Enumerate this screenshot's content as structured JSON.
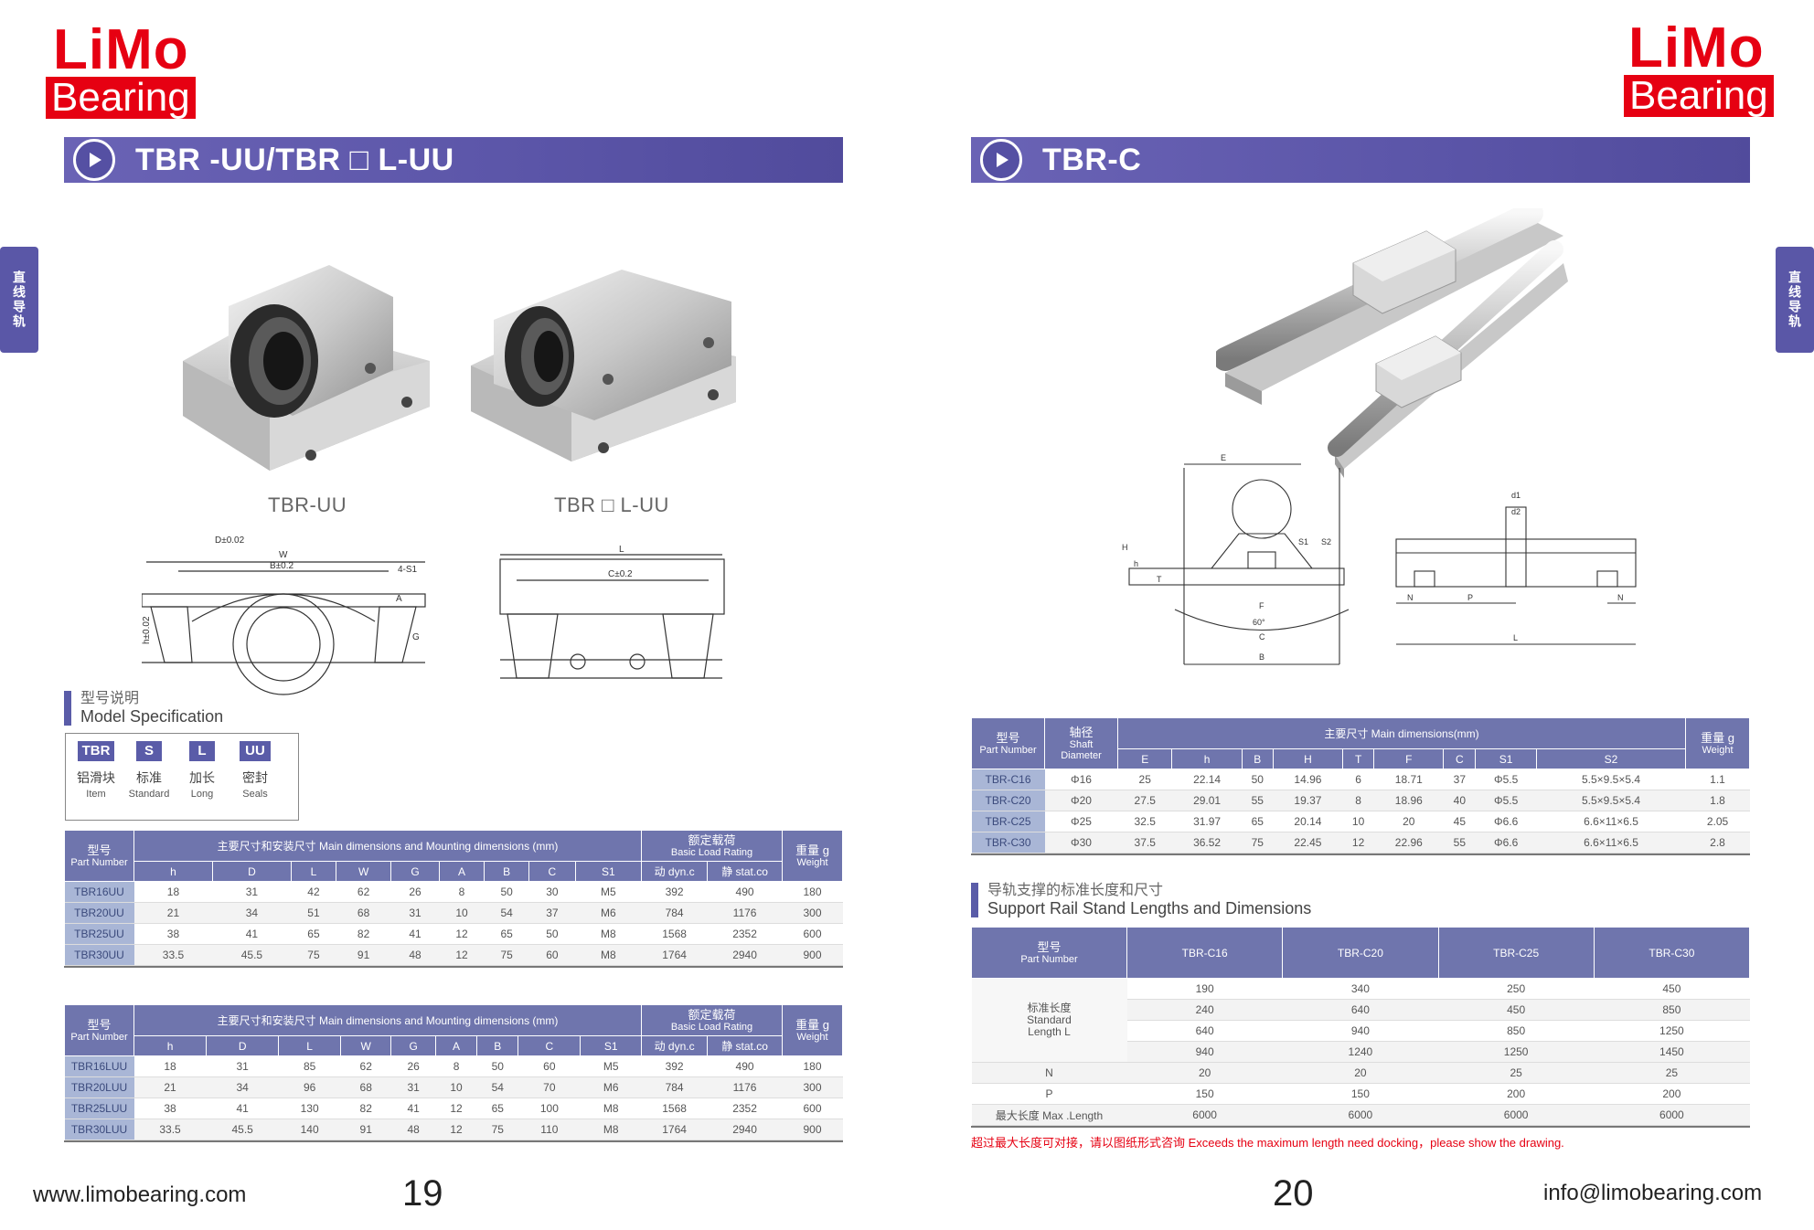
{
  "brand": {
    "limo": "LiMo",
    "bearing": "Bearing"
  },
  "side_tab": "直线导轨",
  "left": {
    "title": "TBR -UU/TBR □ L-UU",
    "captions": [
      "TBR-UU",
      "TBR □ L-UU"
    ],
    "drawing_labels": {
      "a": "D±0.02",
      "b": "W",
      "c": "B±0.2",
      "d": "4-S1",
      "e": "h±0.02",
      "f": "A",
      "g": "G",
      "h": "L",
      "i": "C±0.2"
    },
    "model_spec": {
      "cn": "型号说明",
      "en": "Model Specification",
      "items": [
        {
          "code": "TBR",
          "cn": "铝滑块",
          "en": "Item"
        },
        {
          "code": "S",
          "cn": "标准",
          "en": "Standard"
        },
        {
          "code": "L",
          "cn": "加长",
          "en": "Long"
        },
        {
          "code": "UU",
          "cn": "密封",
          "en": "Seals"
        }
      ]
    },
    "table_header": {
      "pn_cn": "型号",
      "pn_en": "Part Number",
      "main": "主要尺寸和安装尺寸  Main dimensions and Mounting dimensions (mm)",
      "load_cn": "额定载荷",
      "load_en": "Basic Load Rating",
      "weight_cn": "重量 g",
      "weight_en": "Weight",
      "cols": [
        "h",
        "D",
        "L",
        "W",
        "G",
        "A",
        "B",
        "C",
        "S1"
      ],
      "dyn": "动 dyn.c",
      "stat": "静 stat.co"
    },
    "table1": [
      [
        "TBR16UU",
        "18",
        "31",
        "42",
        "62",
        "26",
        "8",
        "50",
        "30",
        "M5",
        "392",
        "490",
        "180"
      ],
      [
        "TBR20UU",
        "21",
        "34",
        "51",
        "68",
        "31",
        "10",
        "54",
        "37",
        "M6",
        "784",
        "1176",
        "300"
      ],
      [
        "TBR25UU",
        "38",
        "41",
        "65",
        "82",
        "41",
        "12",
        "65",
        "50",
        "M8",
        "1568",
        "2352",
        "600"
      ],
      [
        "TBR30UU",
        "33.5",
        "45.5",
        "75",
        "91",
        "48",
        "12",
        "75",
        "60",
        "M8",
        "1764",
        "2940",
        "900"
      ]
    ],
    "table2": [
      [
        "TBR16LUU",
        "18",
        "31",
        "85",
        "62",
        "26",
        "8",
        "50",
        "60",
        "M5",
        "392",
        "490",
        "180"
      ],
      [
        "TBR20LUU",
        "21",
        "34",
        "96",
        "68",
        "31",
        "10",
        "54",
        "70",
        "M6",
        "784",
        "1176",
        "300"
      ],
      [
        "TBR25LUU",
        "38",
        "41",
        "130",
        "82",
        "41",
        "12",
        "65",
        "100",
        "M8",
        "1568",
        "2352",
        "600"
      ],
      [
        "TBR30LUU",
        "33.5",
        "45.5",
        "140",
        "91",
        "48",
        "12",
        "75",
        "110",
        "M8",
        "1764",
        "2940",
        "900"
      ]
    ],
    "url": "www.limobearing.com",
    "page": "19"
  },
  "right": {
    "title": "TBR-C",
    "drawing_labels": {
      "e": "E",
      "h": "H",
      "hh": "h",
      "t": "T",
      "s1": "S1",
      "s2": "S2",
      "deg": "60°",
      "f": "F",
      "c": "C",
      "b": "B",
      "d1": "d1",
      "d2": "d2",
      "n": "N",
      "p": "P",
      "l": "L"
    },
    "table_header": {
      "pn_cn": "型号",
      "pn_en": "Part Number",
      "shaft_cn": "轴径",
      "shaft_en1": "Shaft",
      "shaft_en2": "Diameter",
      "main": "主要尺寸  Main dimensions(mm)",
      "weight_cn": "重量 g",
      "weight_en": "Weight",
      "cols": [
        "E",
        "h",
        "B",
        "H",
        "T",
        "F",
        "C",
        "S1",
        "S2"
      ]
    },
    "table": [
      [
        "TBR-C16",
        "Φ16",
        "25",
        "22.14",
        "50",
        "14.96",
        "6",
        "18.71",
        "37",
        "Φ5.5",
        "5.5×9.5×5.4",
        "1.1"
      ],
      [
        "TBR-C20",
        "Φ20",
        "27.5",
        "29.01",
        "55",
        "19.37",
        "8",
        "18.96",
        "40",
        "Φ5.5",
        "5.5×9.5×5.4",
        "1.8"
      ],
      [
        "TBR-C25",
        "Φ25",
        "32.5",
        "31.97",
        "65",
        "20.14",
        "10",
        "20",
        "45",
        "Φ6.6",
        "6.6×11×6.5",
        "2.05"
      ],
      [
        "TBR-C30",
        "Φ30",
        "37.5",
        "36.52",
        "75",
        "22.45",
        "12",
        "22.96",
        "55",
        "Φ6.6",
        "6.6×11×6.5",
        "2.8"
      ]
    ],
    "support": {
      "cn": "导轨支撑的标准长度和尺寸",
      "en": "Support Rail Stand Lengths and Dimensions",
      "pn_cn": "型号",
      "pn_en": "Part Number",
      "cols": [
        "TBR-C16",
        "TBR-C20",
        "TBR-C25",
        "TBR-C30"
      ],
      "std_cn": "标准长度",
      "std_en1": "Standard",
      "std_en2": "Length L",
      "std_rows": [
        [
          "190",
          "340",
          "250",
          "450"
        ],
        [
          "240",
          "640",
          "450",
          "850"
        ],
        [
          "640",
          "940",
          "850",
          "1250"
        ],
        [
          "940",
          "1240",
          "1250",
          "1450"
        ]
      ],
      "n_label": "N",
      "n_row": [
        "20",
        "20",
        "25",
        "25"
      ],
      "p_label": "P",
      "p_row": [
        "150",
        "150",
        "200",
        "200"
      ],
      "max_label": "最大长度 Max .Length",
      "max_row": [
        "6000",
        "6000",
        "6000",
        "6000"
      ]
    },
    "note": "超过最大长度可对接，请以图纸形式咨询    Exceeds the maximum length need docking，please show the drawing.",
    "email": "info@limobearing.com",
    "page": "20"
  }
}
